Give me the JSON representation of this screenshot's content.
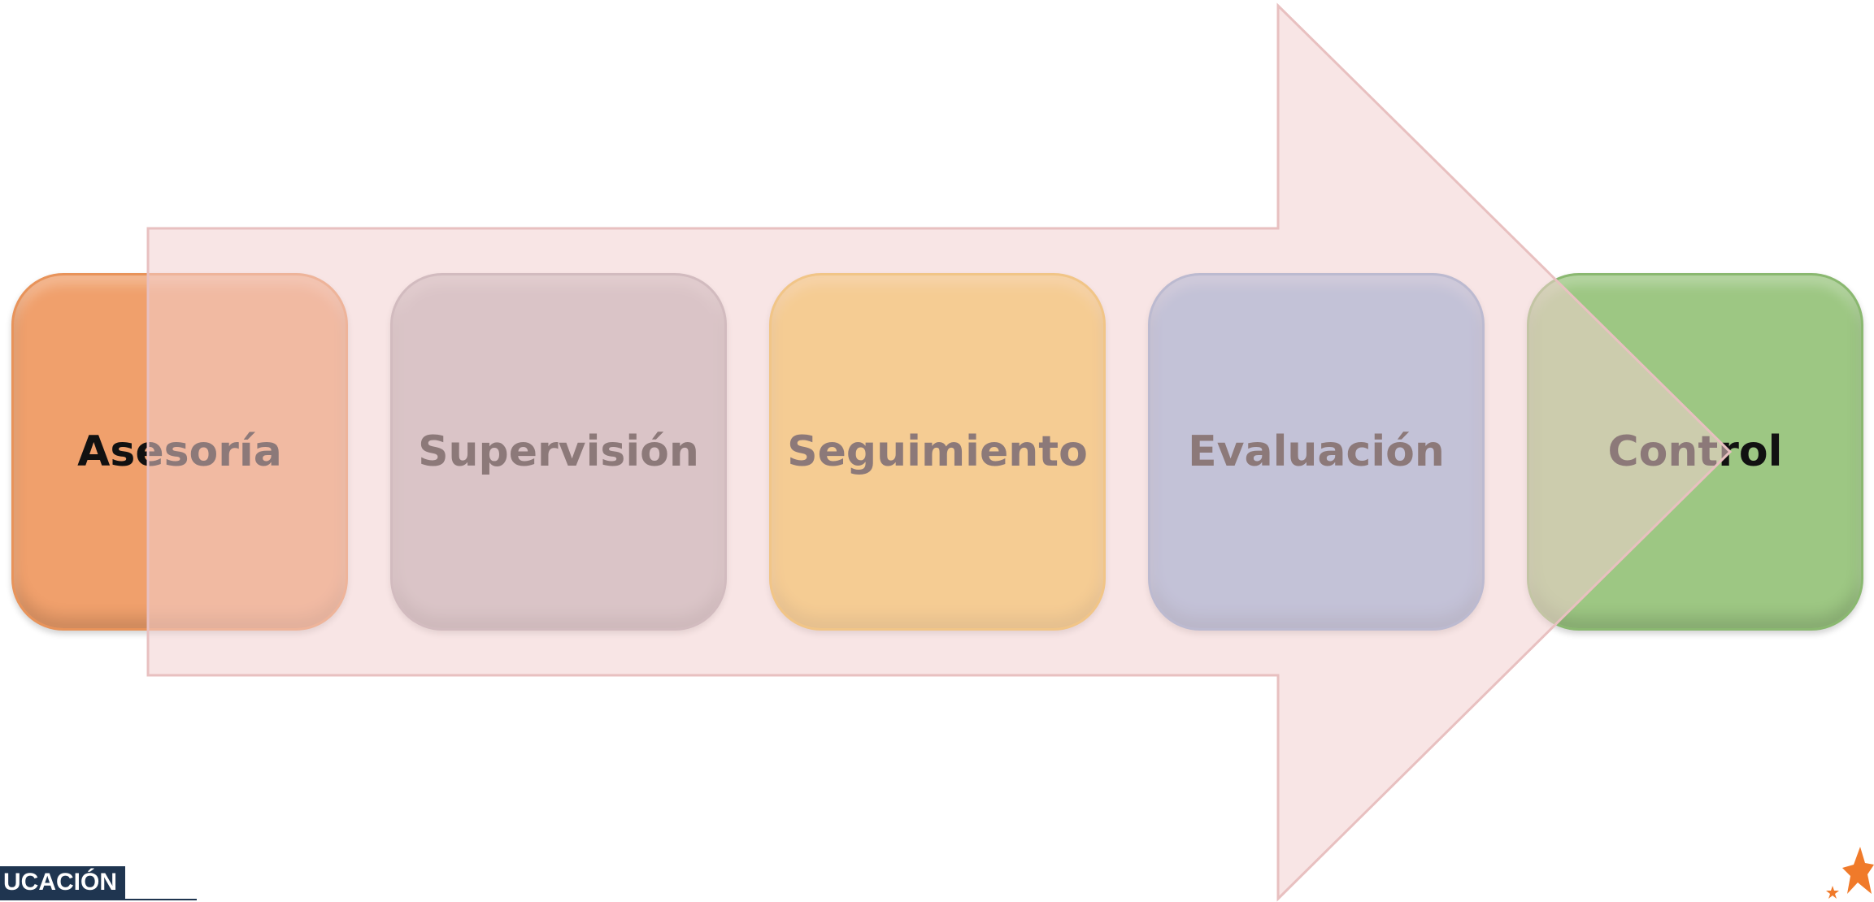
{
  "steps": [
    {
      "label": "Asesoría",
      "color": "#f0a06c"
    },
    {
      "label": "Supervisión",
      "color": "#bdb7bd"
    },
    {
      "label": "Seguimiento",
      "color": "#f9c84a"
    },
    {
      "label": "Evaluación",
      "color": "#8ab1e0"
    },
    {
      "label": "Control",
      "color": "#9dc783"
    }
  ],
  "arrow_color": "#f2cfcf",
  "footer": {
    "label": "UCACIÓN",
    "color": "#1f3550"
  },
  "logo": {
    "icon": "star-logo-icon",
    "color": "#f07a2a"
  }
}
